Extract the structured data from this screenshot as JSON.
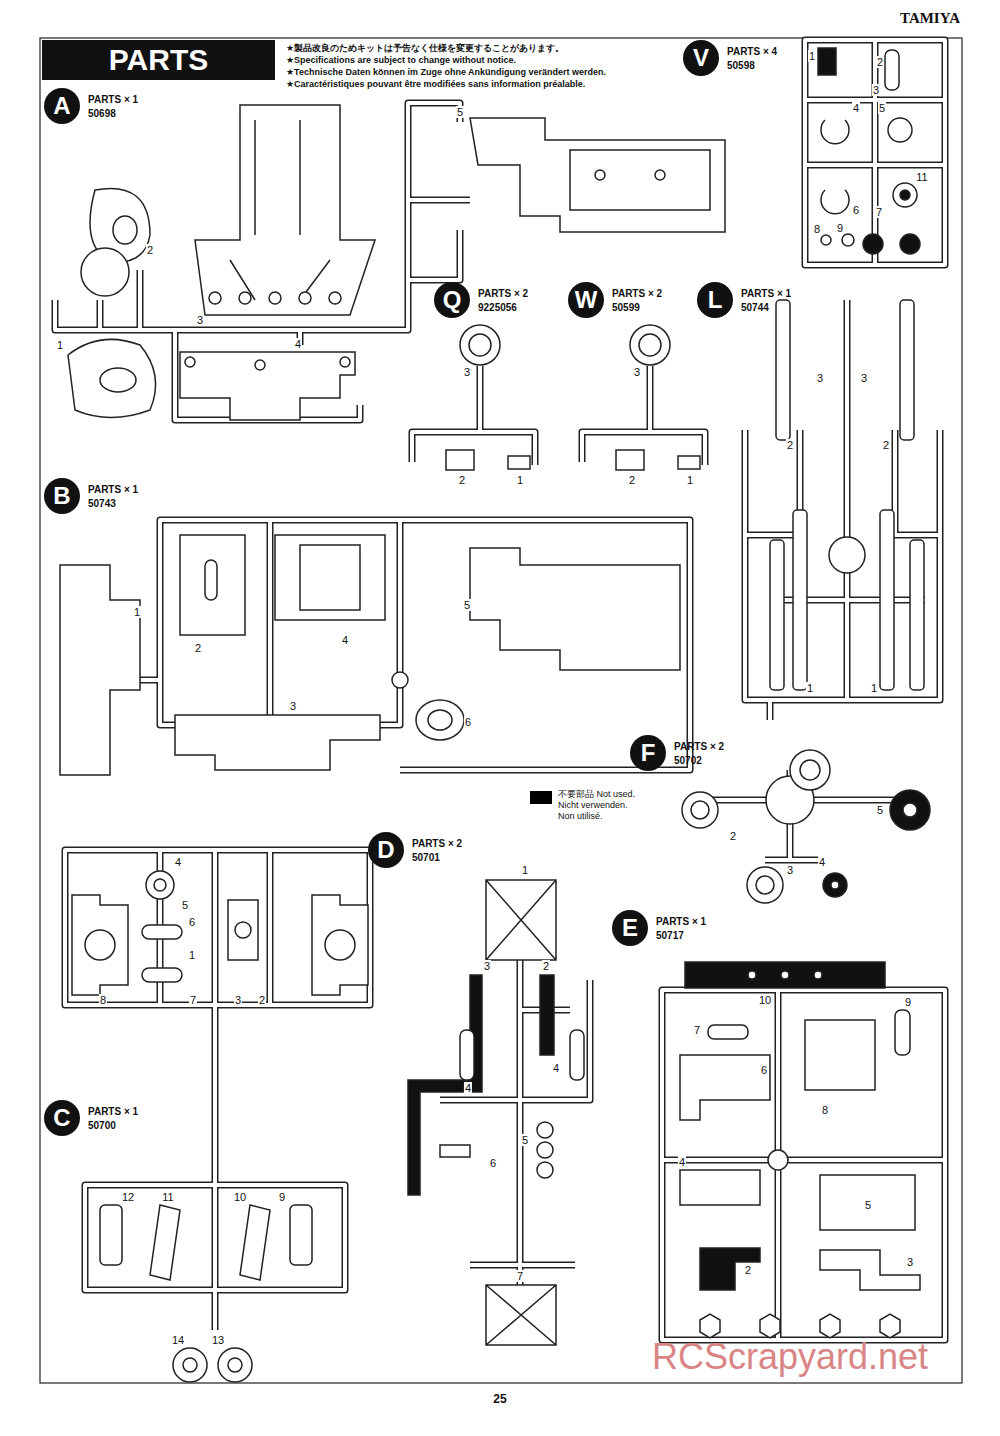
{
  "diagram": {
    "nodes": [
      {
        "text": [
          "PARTS"
        ]
      },
      {
        "text": [
          "A",
          "PARTS × 1",
          "50698"
        ]
      },
      {
        "text": [
          "Q",
          "PARTS × 2",
          "9225056"
        ]
      },
      {
        "text": [
          "W",
          "PARTS × 2",
          "50599"
        ]
      },
      {
        "text": [
          "L",
          "PARTS × 1",
          "50744"
        ]
      },
      {
        "text": [
          "V",
          "PARTS × 4",
          "50598"
        ]
      },
      {
        "text": [
          "B",
          "PARTS × 1",
          "50743"
        ]
      },
      {
        "text": [
          "F",
          "PARTS × 2",
          "50702"
        ]
      },
      {
        "text": [
          "D",
          "PARTS × 2",
          "50701"
        ]
      },
      {
        "text": [
          "E",
          "PARTS × 1",
          "50717"
        ]
      },
      {
        "text": [
          "C",
          "PARTS × 1",
          "50700"
        ]
      }
    ],
    "labels": [
      "TAMIYA",
      "★製品改良のためキットは予告なく仕様を変更することがあります。",
      "★Specifications are subject to change without notice.",
      "★Technische Daten können im Zuge ohne Ankündigung verändert werden.",
      "★Caractéristiques pouvant être modifiées sans information préalable.",
      "5",
      "2",
      "3",
      "1",
      "4",
      "3",
      "2",
      "1",
      "3",
      "2",
      "1",
      "3",
      "3",
      "2",
      "2",
      "1",
      "1",
      "1",
      "2",
      "3",
      "4",
      "5",
      "11",
      "6",
      "7",
      "8",
      "9",
      "1",
      "2",
      "4",
      "5",
      "3",
      "6",
      "2",
      "3",
      "4",
      "5",
      "1",
      "3",
      "2",
      "4",
      "4",
      "5",
      "6",
      "7",
      "10",
      "7",
      "9",
      "6",
      "8",
      "4",
      "5",
      "2",
      "3",
      "4",
      "5",
      "6",
      "1",
      "8",
      "7",
      "3",
      "2",
      "12",
      "11",
      "10",
      "9",
      "14",
      "13",
      "25",
      "RCScrapyard.net"
    ],
    "legend": [
      {
        "text": "不要部品 Not used. Nicht verwenden. Non utilisé.",
        "color": "#000000"
      }
    ]
  }
}
